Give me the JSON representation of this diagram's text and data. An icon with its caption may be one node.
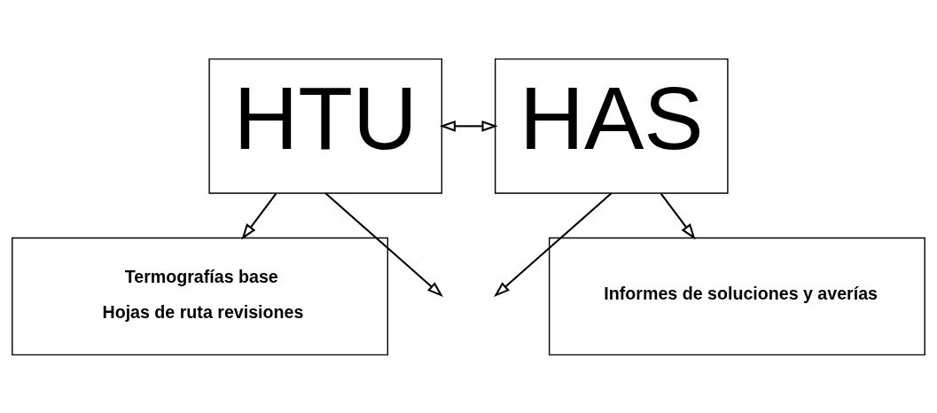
{
  "diagram": {
    "nodes": [
      {
        "text": [
          "HTU"
        ]
      },
      {
        "text": [
          "HAS"
        ]
      },
      {
        "text": [
          "Termografías base",
          "Hojas de ruta revisiones"
        ]
      },
      {
        "text": [
          "Informes de soluciones y averías"
        ]
      }
    ],
    "edges": [
      {
        "from": 0,
        "to": 1,
        "arrow": "both"
      },
      {
        "from": 0,
        "to": 2,
        "arrow": "to"
      },
      {
        "from": 1,
        "to": 3,
        "arrow": "to"
      },
      {
        "from": 0,
        "to": null,
        "arrow": "to"
      },
      {
        "from": 1,
        "to": null,
        "arrow": "to"
      }
    ]
  }
}
